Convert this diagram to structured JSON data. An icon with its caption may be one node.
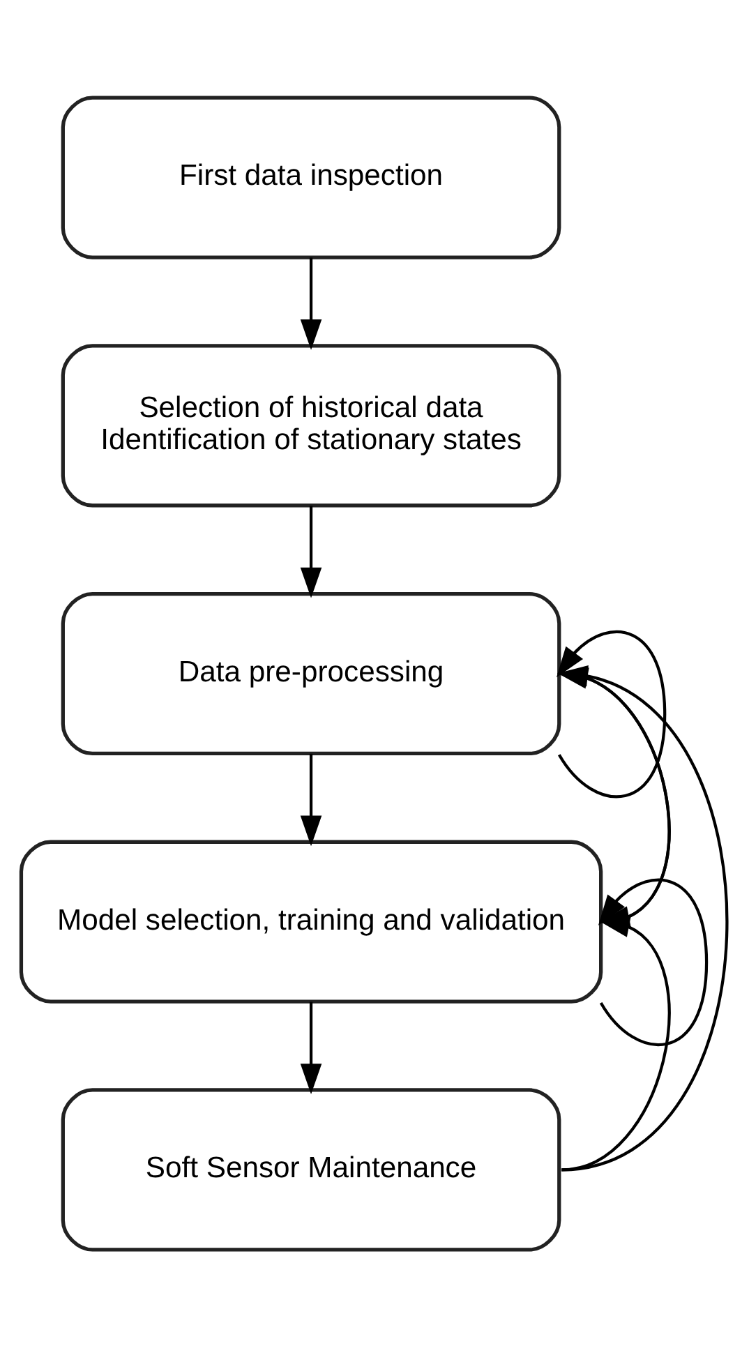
{
  "diagram": {
    "nodes": [
      {
        "text": [
          "First data inspection"
        ]
      },
      {
        "text": [
          "Selection of historical data",
          "Identification of stationary states"
        ]
      },
      {
        "text": [
          "Data pre-processing"
        ]
      },
      {
        "text": [
          "Model selection, training and validation"
        ]
      },
      {
        "text": [
          "Soft Sensor Maintenance"
        ]
      }
    ],
    "edges": [
      {
        "from": 0,
        "to": 1,
        "arrow": "to"
      },
      {
        "from": 1,
        "to": 2,
        "arrow": "to"
      },
      {
        "from": 2,
        "to": 3,
        "arrow": "to"
      },
      {
        "from": 3,
        "to": 4,
        "arrow": "to"
      },
      {
        "from": 2,
        "to": 2,
        "arrow": "to"
      },
      {
        "from": 2,
        "to": 3,
        "arrow": "to"
      },
      {
        "from": 3,
        "to": 2,
        "arrow": "to"
      },
      {
        "from": 3,
        "to": 3,
        "arrow": "to"
      },
      {
        "from": 4,
        "to": 2,
        "arrow": "to"
      },
      {
        "from": 4,
        "to": 3,
        "arrow": "to"
      }
    ]
  }
}
